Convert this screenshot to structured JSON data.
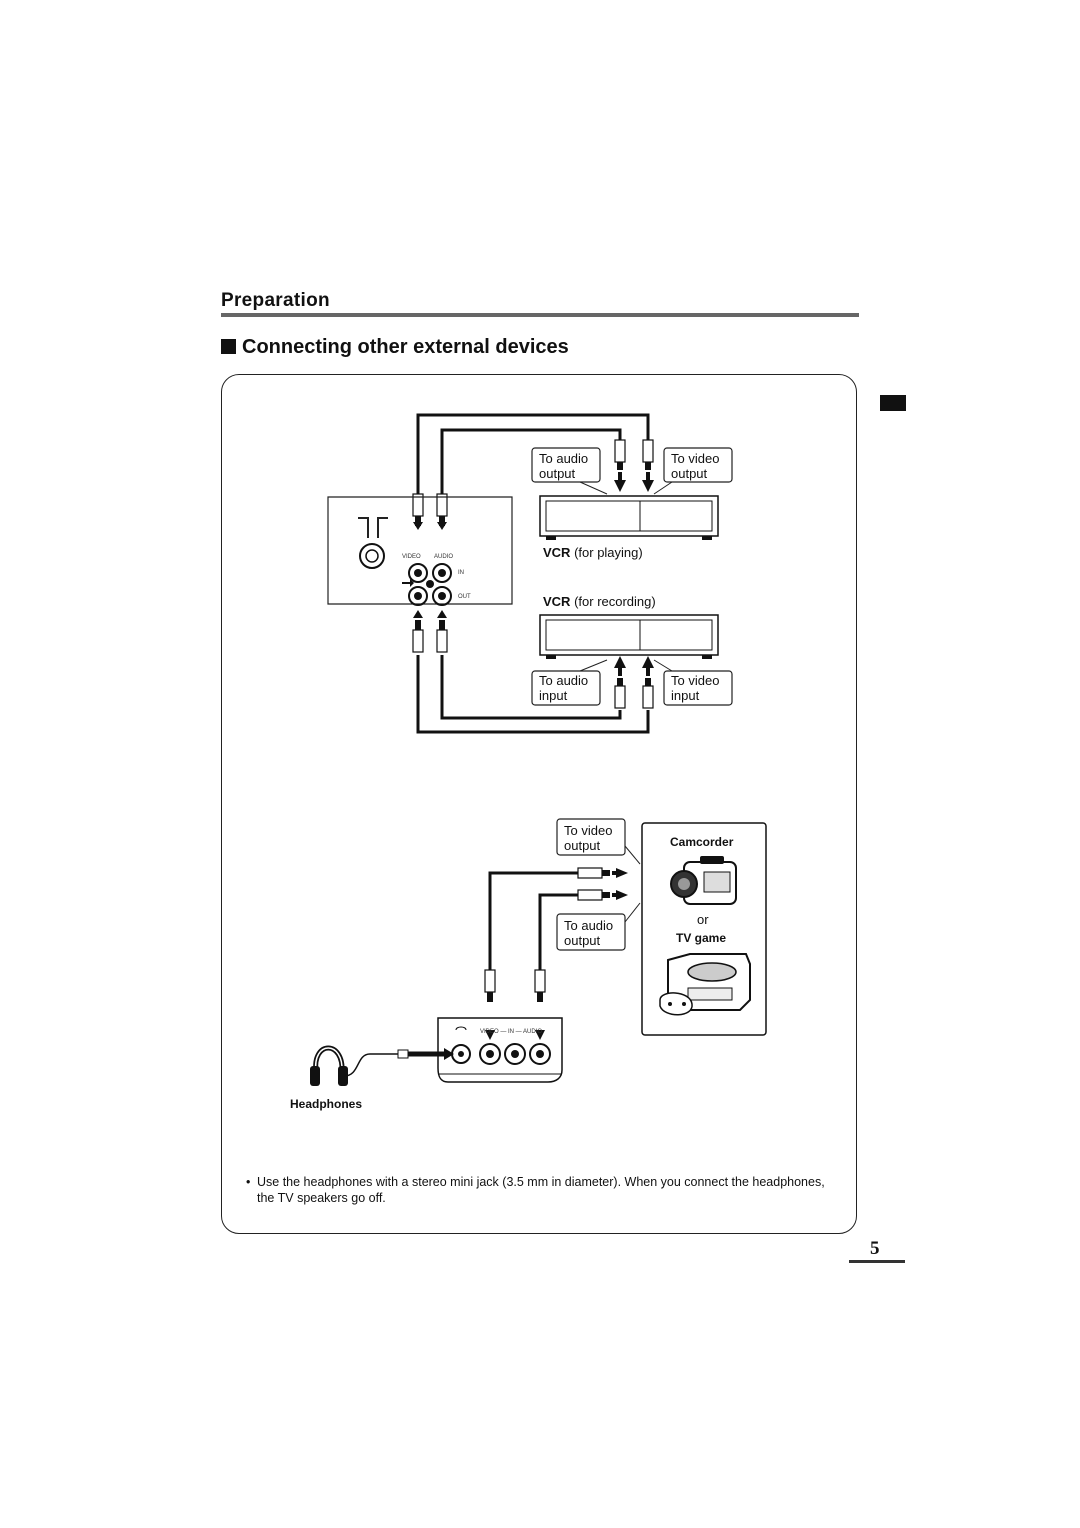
{
  "header": {
    "section": "Preparation",
    "heading": "Connecting other external devices"
  },
  "diagram_vcr": {
    "to_audio_output": [
      "To audio",
      "output"
    ],
    "to_video_output": [
      "To video",
      "output"
    ],
    "vcr_playing_bold": "VCR",
    "vcr_playing_rest": "(for playing)",
    "vcr_recording_bold": "VCR",
    "vcr_recording_rest": "(for recording)",
    "to_audio_input": [
      "To audio",
      "input"
    ],
    "to_video_input": [
      "To video",
      "input"
    ],
    "tv_panel_video": "VIDEO",
    "tv_panel_audio": "AUDIO",
    "tv_panel_in": "IN",
    "tv_panel_out": "OUT"
  },
  "diagram_camcorder": {
    "to_video_output": [
      "To video",
      "output"
    ],
    "to_audio_output": [
      "To audio",
      "output"
    ],
    "camcorder": "Camcorder",
    "or": "or",
    "tv_game": "TV game",
    "front_panel": "VIDEO — IN — AUDIO",
    "headphones": "Headphones"
  },
  "note": {
    "bullet": "•",
    "text": "Use the headphones with a stereo mini jack (3.5 mm in diameter). When you connect  the headphones, the TV speakers go off."
  },
  "page": {
    "number": "5"
  }
}
